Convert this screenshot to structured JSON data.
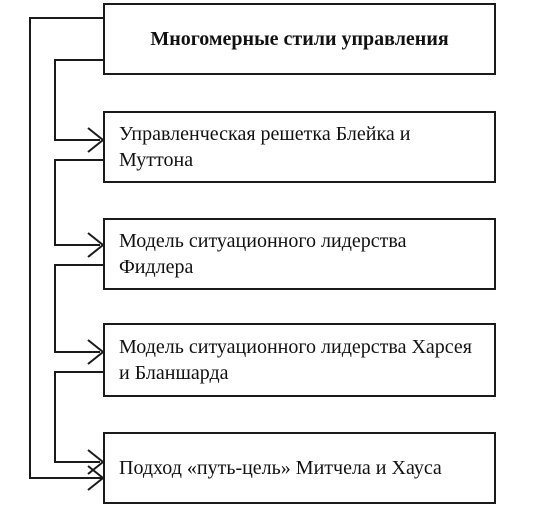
{
  "header": {
    "title": "Многомерные стили управления"
  },
  "items": [
    {
      "label": "Управленческая решетка Блейка и Муттона"
    },
    {
      "label": "Модель ситуационного лидерства Фидлера"
    },
    {
      "label": "Модель ситуационного лидерства Харсея и Бланшарда"
    },
    {
      "label": "Подход «путь-цель» Митчела и Хауса"
    }
  ],
  "colors": {
    "line": "#1a1a1a",
    "background": "#ffffff"
  }
}
